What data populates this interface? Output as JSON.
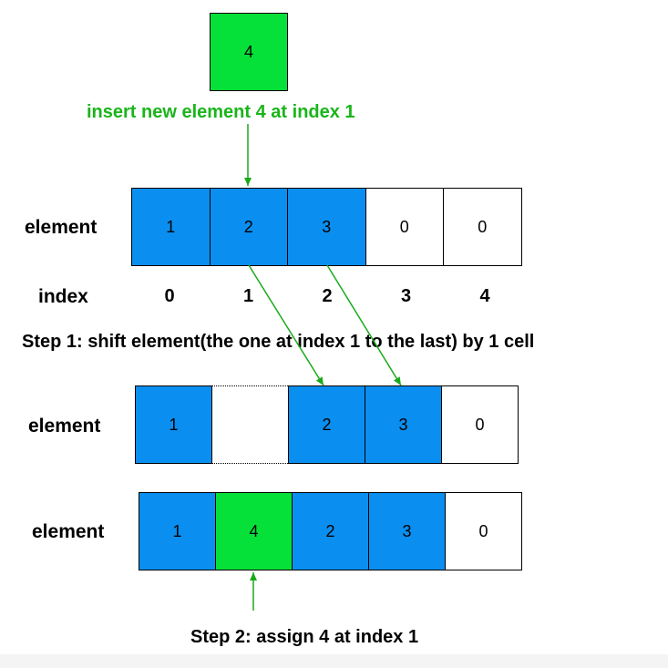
{
  "colors": {
    "blue": "#0a8ff0",
    "green": "#06e13a",
    "white": "#ffffff",
    "arrow": "#1aaa1a",
    "caption_green": "#1ab51a"
  },
  "new_element": {
    "value": "4",
    "color": "green"
  },
  "insert_caption": "insert new element 4 at index 1",
  "row_label": "element",
  "index_label": "index",
  "original_array": [
    {
      "value": "1",
      "color": "blue"
    },
    {
      "value": "2",
      "color": "blue"
    },
    {
      "value": "3",
      "color": "blue"
    },
    {
      "value": "0",
      "color": "white"
    },
    {
      "value": "0",
      "color": "white"
    }
  ],
  "indices": [
    "0",
    "1",
    "2",
    "3",
    "4"
  ],
  "step1_caption": "Step 1: shift element(the one at index 1 to the last) by 1 cell",
  "shifted_array": [
    {
      "value": "1",
      "color": "blue"
    },
    {
      "value": "",
      "color": "empty"
    },
    {
      "value": "2",
      "color": "blue"
    },
    {
      "value": "3",
      "color": "blue"
    },
    {
      "value": "0",
      "color": "white"
    }
  ],
  "final_array": [
    {
      "value": "1",
      "color": "blue"
    },
    {
      "value": "4",
      "color": "green"
    },
    {
      "value": "2",
      "color": "blue"
    },
    {
      "value": "3",
      "color": "blue"
    },
    {
      "value": "0",
      "color": "white"
    }
  ],
  "step2_caption": "Step 2: assign 4 at index 1"
}
